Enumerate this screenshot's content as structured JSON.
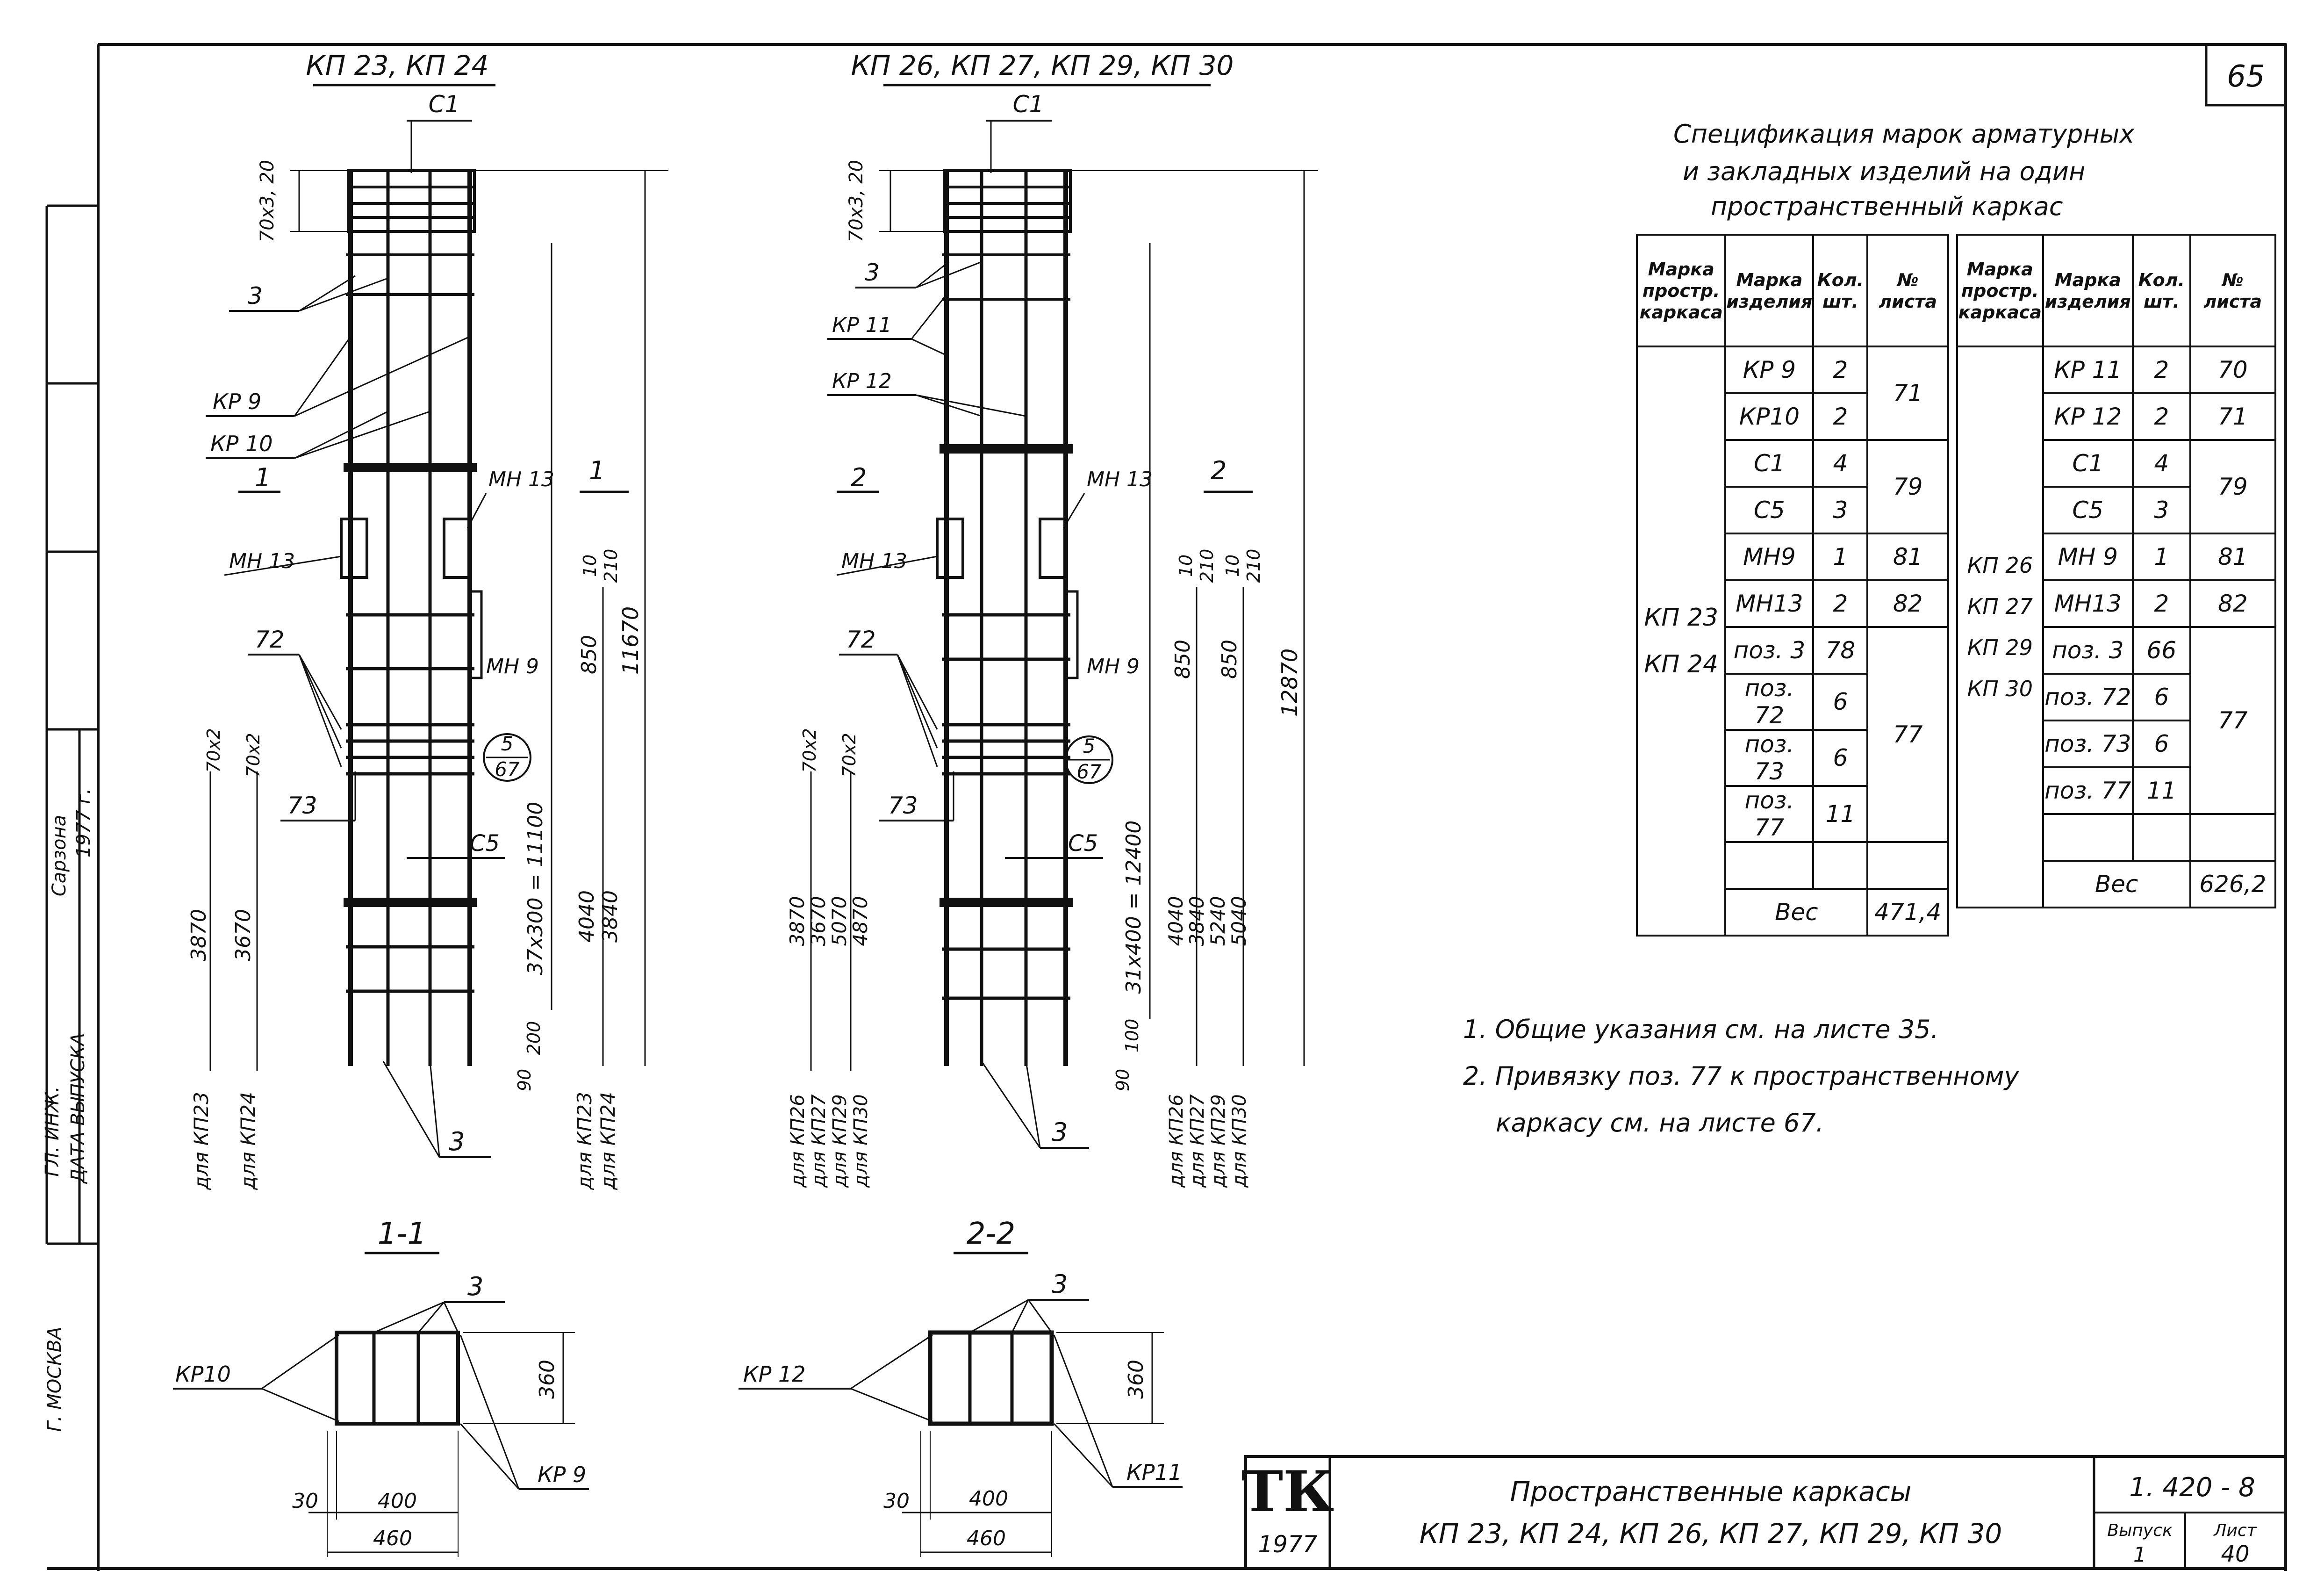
{
  "sheet": {
    "page_number": "65",
    "left_margin": {
      "label_1": "ГЛ. ИНЖ.",
      "label_2": "ДАТА ВЫПУСКА",
      "signature": "Сарзона",
      "year": "1977 г.",
      "city": "Г. МОСКВА"
    }
  },
  "drawings": {
    "left": {
      "title": "КП 23, КП 24",
      "c1": "С1",
      "pos3": "3",
      "kr9": "КР 9",
      "kr10": "КР 10",
      "section_mark": "1",
      "mn13": "МН 13",
      "mn9": "МН 9",
      "pos72": "72",
      "pos73": "73",
      "c5": "С5",
      "dim_top": "70х3, 20",
      "dim_70x2a": "70х2",
      "dim_70x2b": "70х2",
      "dim_3870": "3870",
      "dim_3670": "3670",
      "dim_10": "10",
      "dim_210": "210",
      "dim_850": "850",
      "dim_37x300": "37х300 = 11100",
      "dim_4040": "4040",
      "dim_3840": "3840",
      "dim_11670": "11670",
      "dim_200": "200",
      "dim_90": "90",
      "node_num": "5",
      "node_sheet": "67",
      "for_labels_left": [
        "для КП23",
        "для КП24"
      ],
      "for_labels_right": [
        "для КП23",
        "для КП24"
      ]
    },
    "right": {
      "title": "КП 26, КП 27, КП 29, КП 30",
      "c1": "С1",
      "pos3": "3",
      "kr11": "КР 11",
      "kr12": "КР 12",
      "section_mark": "2",
      "mn13": "МН 13",
      "mn9": "МН 9",
      "pos72": "72",
      "pos73": "73",
      "c5": "С5",
      "dim_top": "70х3, 20",
      "dim_70x2a": "70х2",
      "dim_70x2b": "70х2",
      "dims_left": [
        "3870",
        "3670",
        "5070",
        "4870"
      ],
      "dim_10a": "10",
      "dim_210a": "210",
      "dim_10b": "10",
      "dim_210b": "210",
      "dim_850a": "850",
      "dim_850b": "850",
      "dim_31x400": "31х400 = 12400",
      "dims_right": [
        "4040",
        "3840",
        "5240",
        "5040"
      ],
      "dim_12870": "12870",
      "dim_100": "100",
      "dim_90": "90",
      "node_num": "5",
      "node_sheet": "67",
      "for_labels_left": [
        "для КП26",
        "для КП27",
        "для КП29",
        "для КП30"
      ],
      "for_labels_right": [
        "для КП26",
        "для КП27",
        "для КП29",
        "для КП30"
      ]
    },
    "section_1": {
      "title": "1-1",
      "pos3": "3",
      "kr10": "КР10",
      "kr9": "КР 9",
      "dim_360": "360",
      "dim_30": "30",
      "dim_400": "400",
      "dim_460": "460"
    },
    "section_2": {
      "title": "2-2",
      "pos3": "3",
      "kr12": "КР 12",
      "kr11": "КР11",
      "dim_360": "360",
      "dim_30": "30",
      "dim_400": "400",
      "dim_460": "460"
    }
  },
  "spec": {
    "title_lines": [
      "Спецификация марок арматурных",
      "и закладных изделий на один",
      "пространственный каркас"
    ],
    "headers": [
      "Марка простр. каркаса",
      "Марка изделия",
      "Кол. шт.",
      "№ листа"
    ],
    "left": {
      "frame_marks": [
        "КП 23",
        "КП 24"
      ],
      "rows": [
        {
          "item": "КР 9",
          "qty": "2"
        },
        {
          "item": "КР10",
          "qty": "2"
        },
        {
          "item": "С1",
          "qty": "4"
        },
        {
          "item": "С5",
          "qty": "3"
        },
        {
          "item": "МН9",
          "qty": "1"
        },
        {
          "item": "МН13",
          "qty": "2"
        },
        {
          "item": "поз. 3",
          "qty": "78"
        },
        {
          "item": "поз. 72",
          "qty": "6"
        },
        {
          "item": "поз. 73",
          "qty": "6"
        },
        {
          "item": "поз. 77",
          "qty": "11"
        }
      ],
      "sheets": [
        "71",
        "79",
        "81",
        "82",
        "77"
      ],
      "weight_label": "Вес",
      "weight": "471,4"
    },
    "right": {
      "frame_marks": [
        "КП 26",
        "КП 27",
        "КП 29",
        "КП 30"
      ],
      "rows": [
        {
          "item": "КР 11",
          "qty": "2"
        },
        {
          "item": "КР 12",
          "qty": "2"
        },
        {
          "item": "С1",
          "qty": "4"
        },
        {
          "item": "С5",
          "qty": "3"
        },
        {
          "item": "МН 9",
          "qty": "1"
        },
        {
          "item": "МН13",
          "qty": "2"
        },
        {
          "item": "поз. 3",
          "qty": "66"
        },
        {
          "item": "поз. 72",
          "qty": "6"
        },
        {
          "item": "поз. 73",
          "qty": "6"
        },
        {
          "item": "поз. 77",
          "qty": "11"
        }
      ],
      "sheets": [
        "70",
        "71",
        "79",
        "81",
        "82",
        "77"
      ],
      "weight_label": "Вес",
      "weight": "626,2"
    }
  },
  "notes": [
    "1. Общие указания см. на листе 35.",
    "2. Привязку поз. 77 к пространственному",
    "каркасу см. на листе 67."
  ],
  "title_block": {
    "logo": "ТК",
    "year": "1977",
    "title_line1": "Пространственные каркасы",
    "title_line2": "КП 23, КП 24, КП 26, КП 27, КП 29, КП 30",
    "code": "1. 420 - 8",
    "issue_label": "Выпуск",
    "issue": "1",
    "sheet_label": "Лист",
    "sheet": "40"
  }
}
